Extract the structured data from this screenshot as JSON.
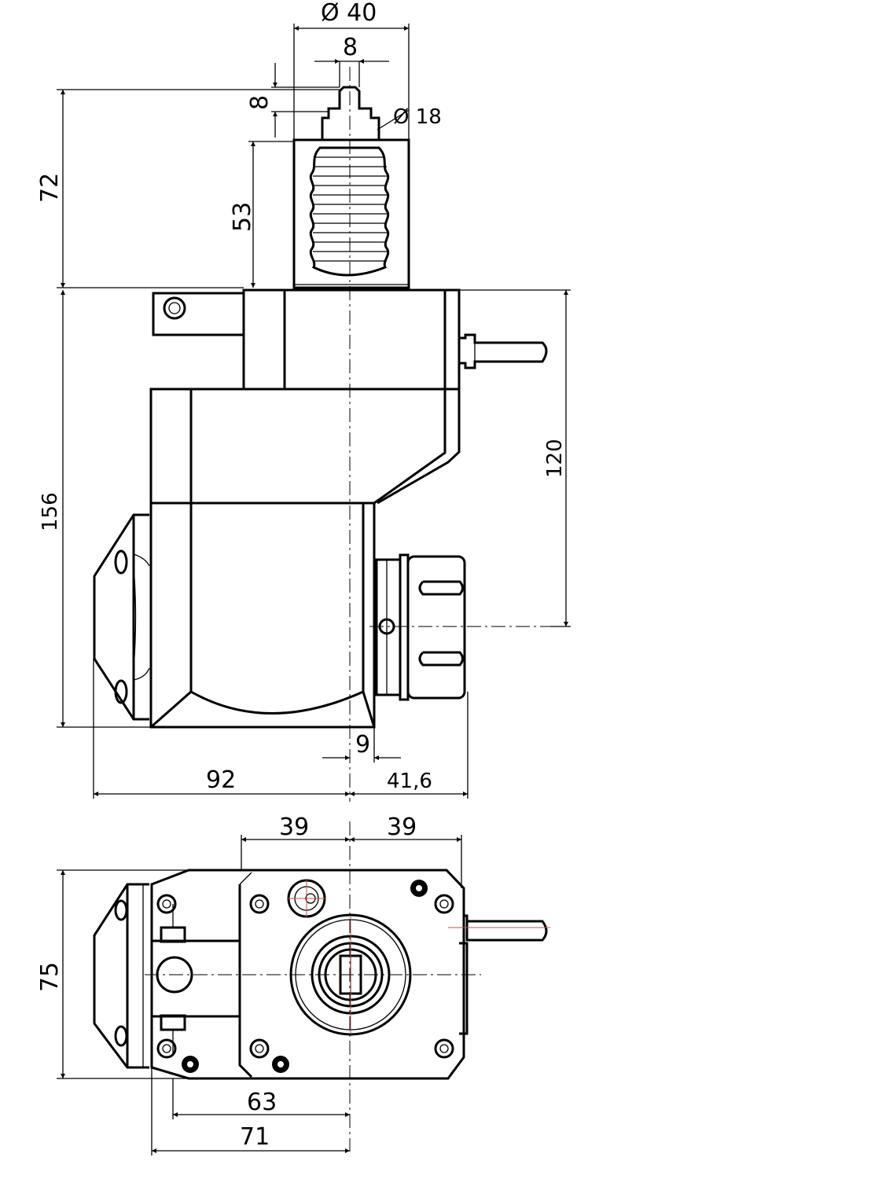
{
  "dimensions": {
    "dia_40": "Ø 40",
    "d_8_top": "8",
    "d_8_left": "8",
    "dia_18": "Ø 18",
    "d_72": "72",
    "d_53": "53",
    "d_156": "156",
    "d_120": "120",
    "d_9": "9",
    "d_92": "92",
    "d_41_6": "41,6",
    "d_39_left": "39",
    "d_39_right": "39",
    "d_75": "75",
    "d_63": "63",
    "d_71": "71"
  },
  "colors": {
    "line": "#000000",
    "center_mark": "#c0504d",
    "background": "#ffffff"
  }
}
